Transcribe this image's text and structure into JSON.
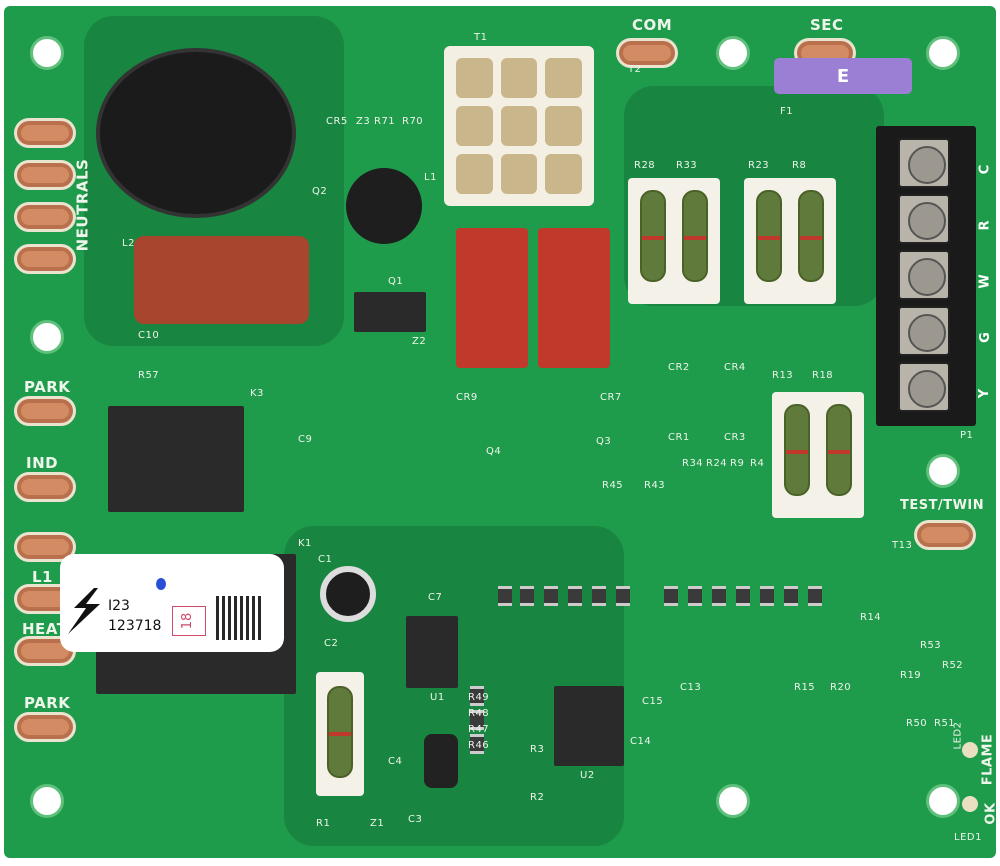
{
  "board": {
    "colors": {
      "pcb": "#1f9b4c",
      "terminal": "#d38b63",
      "relay": "#c0392b",
      "fuse": "#9b7fd4"
    },
    "left_terminal_labels": [
      "NEUTRALS",
      "PARK",
      "IND",
      "L1",
      "HEAT",
      "PARK"
    ],
    "top_terminals": {
      "com": "COM",
      "com_ref": "T2",
      "sec": "SEC",
      "fuse_ref": "F1",
      "fuse_letter": "E"
    },
    "right_terminals": {
      "test_twin": "TEST/TWIN",
      "test_ref": "T13",
      "block_ref": "P1",
      "block_labels": [
        "C",
        "R",
        "W",
        "G",
        "Y"
      ]
    },
    "leds": {
      "flame": "FLAME",
      "ok": "OK",
      "led1": "LED1",
      "led2": "LED2"
    },
    "sticker": {
      "line1": "I23",
      "line2": "123718",
      "stamp": "18",
      "icon": "lightning-bolt-icon"
    },
    "designators": [
      "L2",
      "C10",
      "R57",
      "K3",
      "C9",
      "K1",
      "C1",
      "C2",
      "C3",
      "C7",
      "U1",
      "U2",
      "R1",
      "Z1",
      "C4",
      "L1",
      "Q1",
      "Z2",
      "Q2",
      "Q3",
      "Q4",
      "CR5",
      "Z3",
      "R71",
      "R70",
      "CR9",
      "CR7",
      "CR2",
      "CR4",
      "CR1",
      "CR3",
      "R13",
      "R18",
      "R28",
      "R33",
      "R23",
      "R8",
      "R14",
      "R19",
      "R53",
      "R52",
      "R50",
      "R51",
      "R45",
      "R43",
      "R34",
      "R24",
      "R9",
      "R4",
      "R49",
      "R48",
      "R47",
      "R46",
      "R3",
      "R2",
      "C13",
      "C14",
      "C15",
      "R15",
      "R20",
      "T1"
    ]
  }
}
